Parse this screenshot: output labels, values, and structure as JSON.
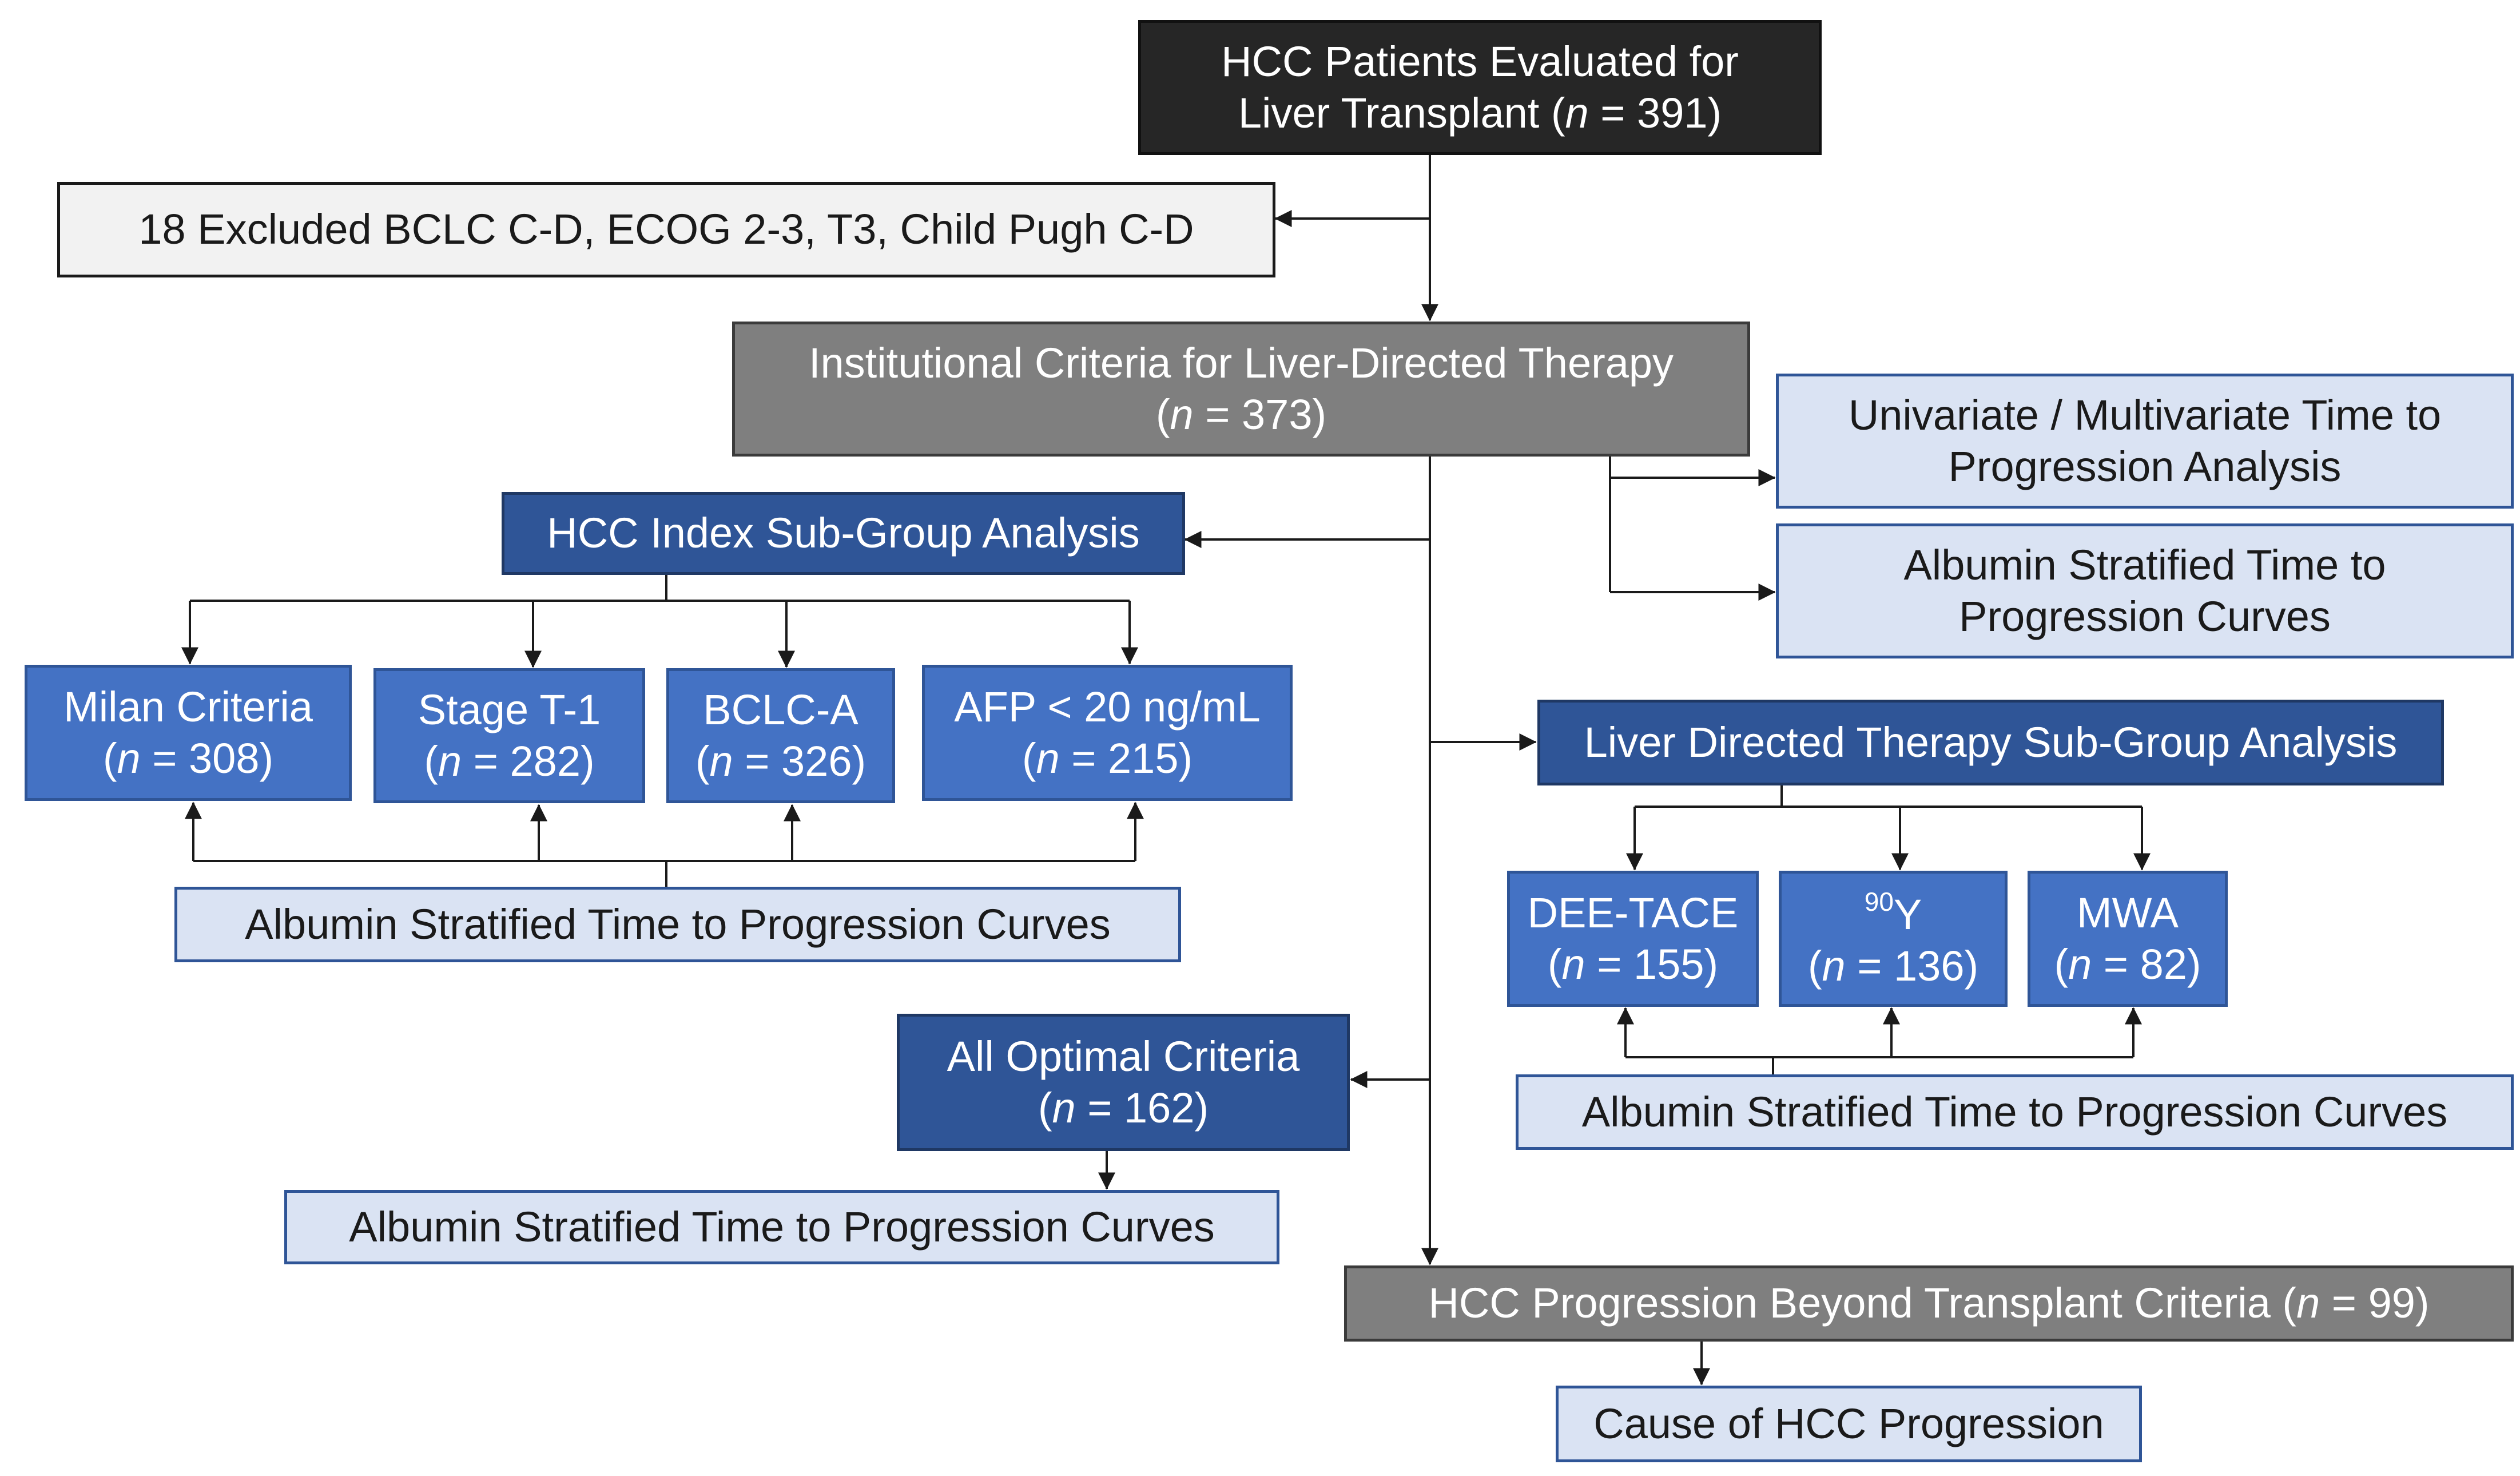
{
  "nodes": {
    "top": {
      "line1": "HCC Patients Evaluated for",
      "line2_prefix": "Liver Transplant (",
      "n_symbol": "n",
      "line2_suffix": " = 391)"
    },
    "excluded": {
      "text": "18 Excluded BCLC C-D, ECOG 2-3, T3, Child Pugh C-D"
    },
    "institutional": {
      "line1": "Institutional Criteria for Liver-Directed Therapy",
      "line2_prefix": "(",
      "n_symbol": "n",
      "line2_suffix": " = 373)"
    },
    "univariate": {
      "line1": "Univariate / Multivariate Time to",
      "line2": "Progression Analysis"
    },
    "albumin_right": {
      "line1": "Albumin Stratified Time to",
      "line2": "Progression Curves"
    },
    "hcc_index": {
      "text": "HCC Index Sub-Group Analysis"
    },
    "milan": {
      "line1": "Milan Criteria",
      "line2_prefix": "(",
      "n_symbol": "n",
      "line2_suffix": " = 308)"
    },
    "stage_t1": {
      "line1": "Stage T-1",
      "line2_prefix": "(",
      "n_symbol": "n",
      "line2_suffix": " = 282)"
    },
    "bclc_a": {
      "line1": "BCLC-A",
      "line2_prefix": "(",
      "n_symbol": "n",
      "line2_suffix": " = 326)"
    },
    "afp": {
      "line1": "AFP < 20 ng/mL",
      "line2_prefix": "(",
      "n_symbol": "n",
      "line2_suffix": " = 215)"
    },
    "albumin_index": {
      "text": "Albumin Stratified Time to Progression Curves"
    },
    "ldt_sub": {
      "text": "Liver Directed Therapy Sub-Group Analysis"
    },
    "dee_tace": {
      "line1": "DEE-TACE",
      "line2_prefix": "(",
      "n_symbol": "n",
      "line2_suffix": " = 155)"
    },
    "y90": {
      "sup": "90",
      "base": "Y",
      "line2_prefix": "(",
      "n_symbol": "n",
      "line2_suffix": " = 136)"
    },
    "mwa": {
      "line1": "MWA",
      "line2_prefix": "(",
      "n_symbol": "n",
      "line2_suffix": " = 82)"
    },
    "albumin_ldt": {
      "text": "Albumin Stratified Time to Progression Curves"
    },
    "all_optimal": {
      "line1": "All Optimal Criteria",
      "line2_prefix": "(",
      "n_symbol": "n",
      "line2_suffix": " = 162)"
    },
    "albumin_optimal": {
      "text": "Albumin Stratified Time to Progression Curves"
    },
    "progression": {
      "prefix": "HCC Progression Beyond Transplant Criteria (",
      "n_symbol": "n",
      "suffix": " = 99)"
    },
    "cause": {
      "text": "Cause of HCC Progression"
    }
  },
  "colors": {
    "dark": "#262626",
    "gray": "#7f7f7f",
    "navy": "#2f5597",
    "blue": "#4472c4",
    "light": "#dae3f3",
    "white": "#f2f2f2",
    "connector": "#1a1a1a"
  }
}
